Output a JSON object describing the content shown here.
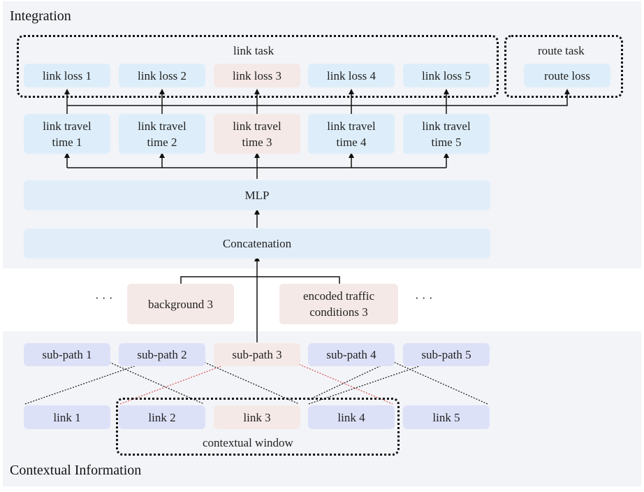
{
  "sections": {
    "integration": "Integration",
    "contextual": "Contextual Information"
  },
  "link_task": {
    "label": "link task",
    "losses": [
      "link loss 1",
      "link loss 2",
      "link loss 3",
      "link loss 4",
      "link loss 5"
    ]
  },
  "route_task": {
    "label": "route task",
    "loss": "route loss"
  },
  "travel_times": [
    "link travel\ntime 1",
    "link travel\ntime 2",
    "link travel\ntime 3",
    "link travel\ntime 4",
    "link travel\ntime 5"
  ],
  "mlp": "MLP",
  "concatenation": "Concatenation",
  "middle": {
    "ellipsis": "· · ·",
    "background": "background 3",
    "encoded": "encoded traffic\nconditions 3"
  },
  "subpaths": [
    "sub-path 1",
    "sub-path 2",
    "sub-path 3",
    "sub-path 4",
    "sub-path 5"
  ],
  "links": [
    "link 1",
    "link 2",
    "link 3",
    "link 4",
    "link 5"
  ],
  "contextual_window": "contextual window",
  "colors": {
    "highlight_line": "#d9534f",
    "line": "#111111"
  }
}
